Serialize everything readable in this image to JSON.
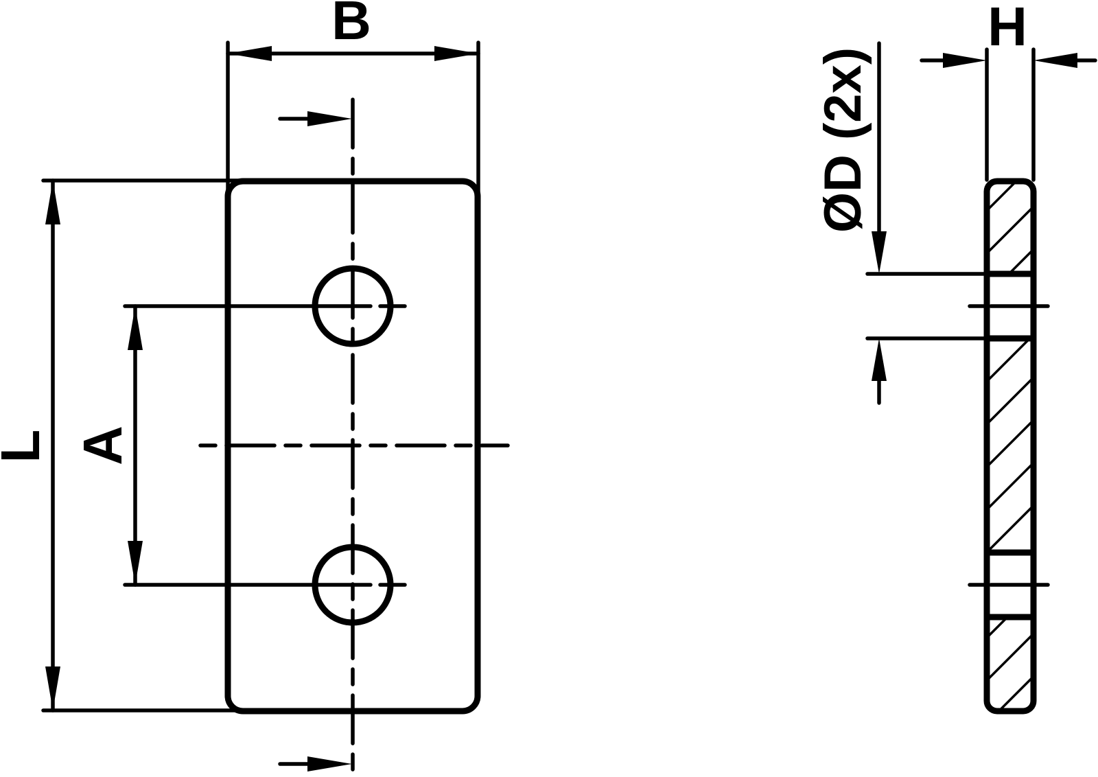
{
  "page": {
    "background": "#ffffff",
    "ink": "#000000",
    "kind": "technical-drawing"
  },
  "dimensions": {
    "width": "B",
    "length": "L",
    "hole_spacing": "A",
    "thickness": "H",
    "hole_diameter": "ØD (2x)"
  }
}
